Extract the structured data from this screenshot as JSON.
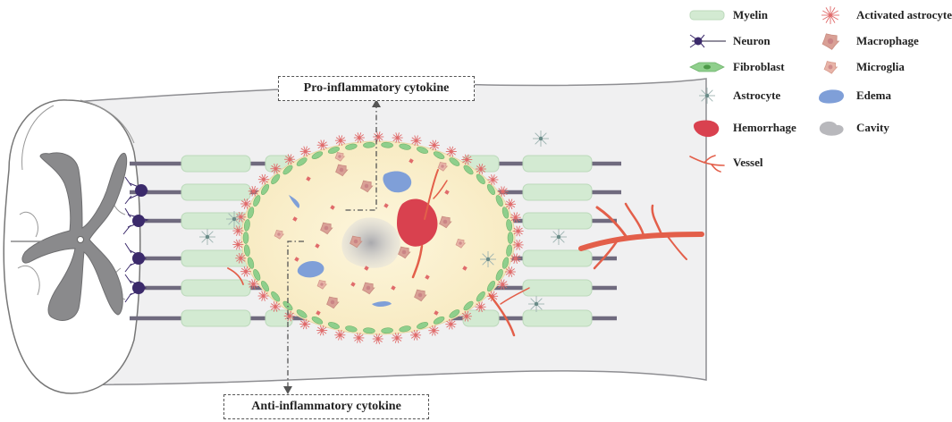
{
  "legend": {
    "left_column": [
      {
        "label": "Myelin",
        "icon": "myelin-icon"
      },
      {
        "label": "Neuron",
        "icon": "neuron-icon"
      },
      {
        "label": "Fibroblast",
        "icon": "fibroblast-icon"
      },
      {
        "label": "Astrocyte",
        "icon": "astrocyte-icon"
      },
      {
        "label": "Hemorrhage",
        "icon": "hemorrhage-icon"
      },
      {
        "label": "Vessel",
        "icon": "vessel-icon"
      }
    ],
    "right_column": [
      {
        "label": "Activated astrocyte",
        "icon": "activated-astrocyte-icon"
      },
      {
        "label": "Macrophage",
        "icon": "macrophage-icon"
      },
      {
        "label": "Microglia",
        "icon": "microglia-icon"
      },
      {
        "label": "Edema",
        "icon": "edema-icon"
      },
      {
        "label": "Cavity",
        "icon": "cavity-icon"
      }
    ]
  },
  "labels": {
    "pro_inflammatory": "Pro-inflammatory cytokine",
    "anti_inflammatory": "Anti-inflammatory cytokine"
  },
  "colors": {
    "myelin": "#d3ead2",
    "axon": "#6f6a7e",
    "neuron": "#3b2a6b",
    "fibroblast": "#8fcf8c",
    "lesion": "#fbf1d0",
    "hemorrhage": "#d9414f",
    "edema": "#7f9fd8",
    "cavity": "#b8b8bc",
    "vessel": "#e35f4a",
    "activated_astrocyte": "#e06b6b",
    "macrophage": "#d9a096",
    "microglia": "#e8b4a8",
    "cord_fill": "#f0f0f1",
    "gray_matter": "#8a8a8c"
  }
}
